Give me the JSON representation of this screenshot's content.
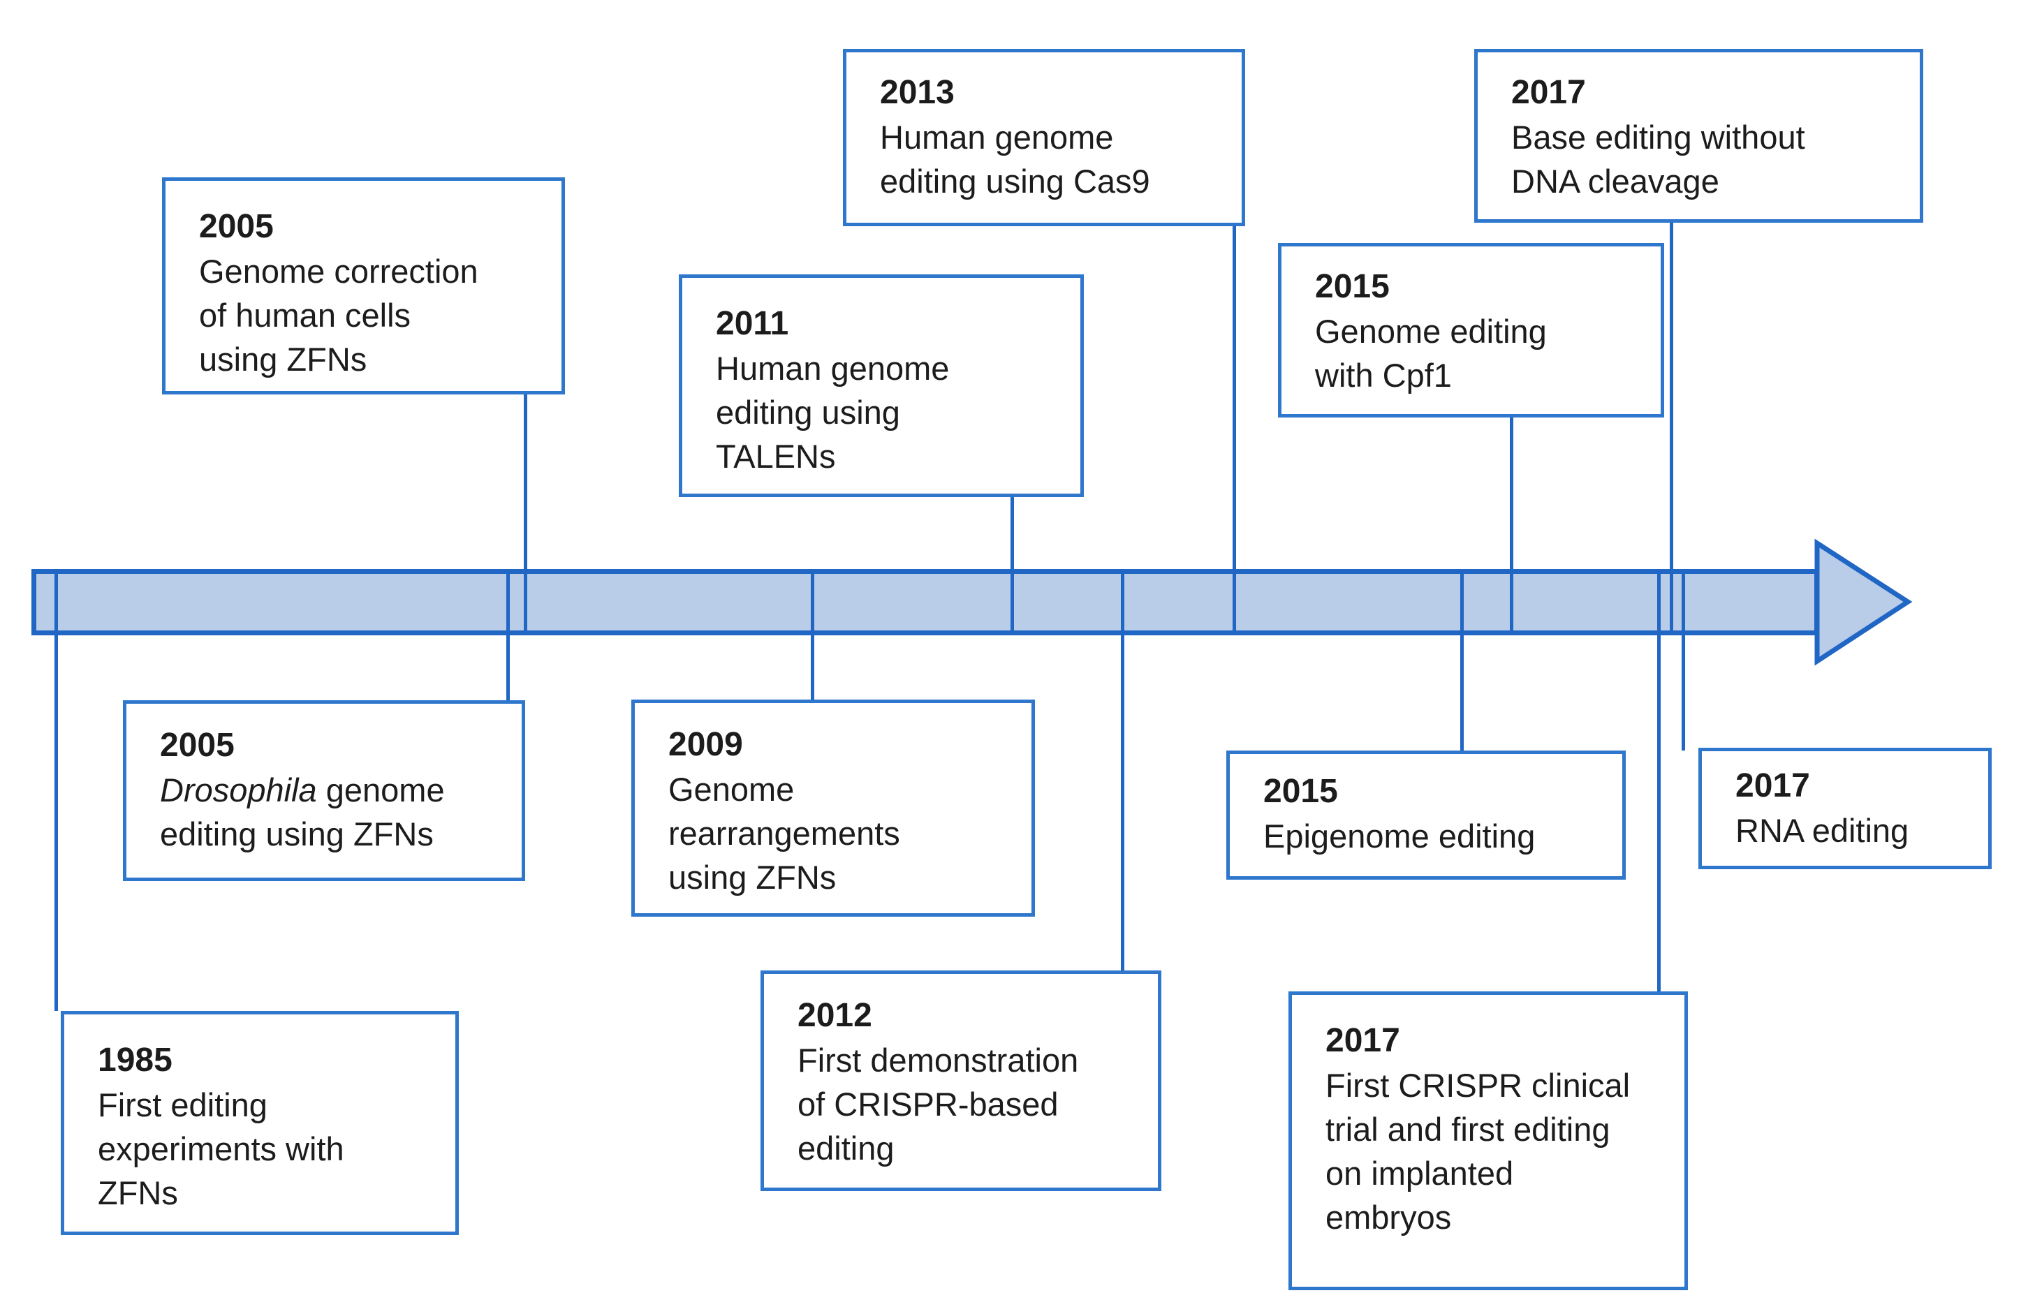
{
  "diagram": {
    "type": "timeline",
    "title": "",
    "accent_color": "#2066c4",
    "bar_fill_color": "#b9cce8",
    "box_background": "#ffffff",
    "text_color": "#1c1c1c",
    "events": {
      "e1985": {
        "year": "1985",
        "desc": "First editing\nexperiments with\nZFNs",
        "side": "below"
      },
      "e2005a": {
        "year": "2005",
        "desc_italic": "Drosophila",
        "desc_rest": " genome\nediting using ZFNs",
        "side": "below"
      },
      "e2005b": {
        "year": "2005",
        "desc": "Genome correction\nof human cells\nusing ZFNs",
        "side": "above"
      },
      "e2009": {
        "year": "2009",
        "desc": "Genome\nrearrangements\nusing ZFNs",
        "side": "below"
      },
      "e2011": {
        "year": "2011",
        "desc": "Human genome\nediting using\nTALENs",
        "side": "above"
      },
      "e2012": {
        "year": "2012",
        "desc": "First demonstration\nof CRISPR-based\nediting",
        "side": "below"
      },
      "e2013": {
        "year": "2013",
        "desc": "Human genome\nediting using Cas9",
        "side": "above"
      },
      "e2015a": {
        "year": "2015",
        "desc": "Genome editing\nwith Cpf1",
        "side": "above"
      },
      "e2015b": {
        "year": "2015",
        "desc": "Epigenome editing",
        "side": "below"
      },
      "e2017a": {
        "year": "2017",
        "desc": "Base editing without\nDNA cleavage",
        "side": "above"
      },
      "e2017b": {
        "year": "2017",
        "desc": "First CRISPR clinical\ntrial and first editing\non implanted\nembryos",
        "side": "below"
      },
      "e2017c": {
        "year": "2017",
        "desc": "RNA editing",
        "side": "below"
      }
    }
  }
}
